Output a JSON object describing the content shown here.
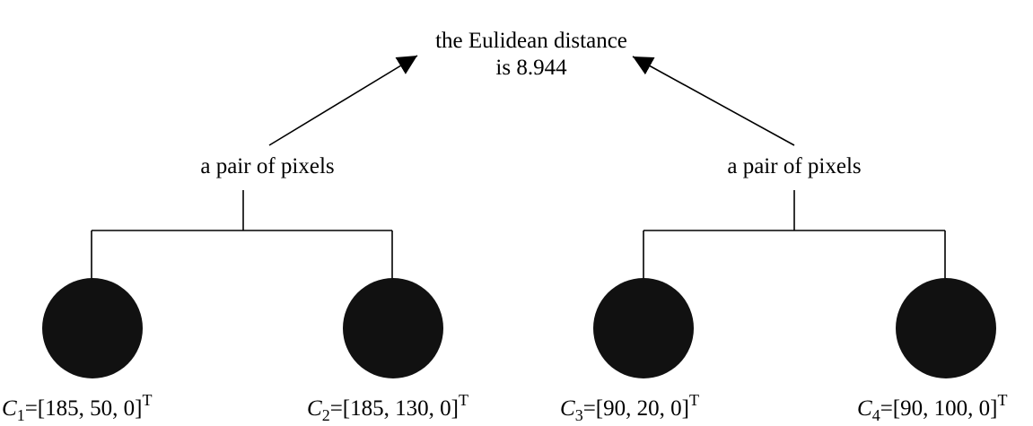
{
  "result": {
    "line1": "the Eulidean distance",
    "line2": "is 8.944"
  },
  "pairs": [
    {
      "label": "a pair of pixels"
    },
    {
      "label": "a pair of pixels"
    }
  ],
  "pixels": [
    {
      "var": "C",
      "sub": "1",
      "value": "=[185, 50, 0]",
      "sup": "T"
    },
    {
      "var": "C",
      "sub": "2",
      "value": "=[185, 130, 0]",
      "sup": "T"
    },
    {
      "var": "C",
      "sub": "3",
      "value": "=[90, 20, 0]",
      "sup": "T"
    },
    {
      "var": "C",
      "sub": "4",
      "value": "=[90, 100, 0]",
      "sup": "T"
    }
  ],
  "colors": {
    "ink": "#000000",
    "node_fill": "#111111",
    "background": "#ffffff"
  }
}
